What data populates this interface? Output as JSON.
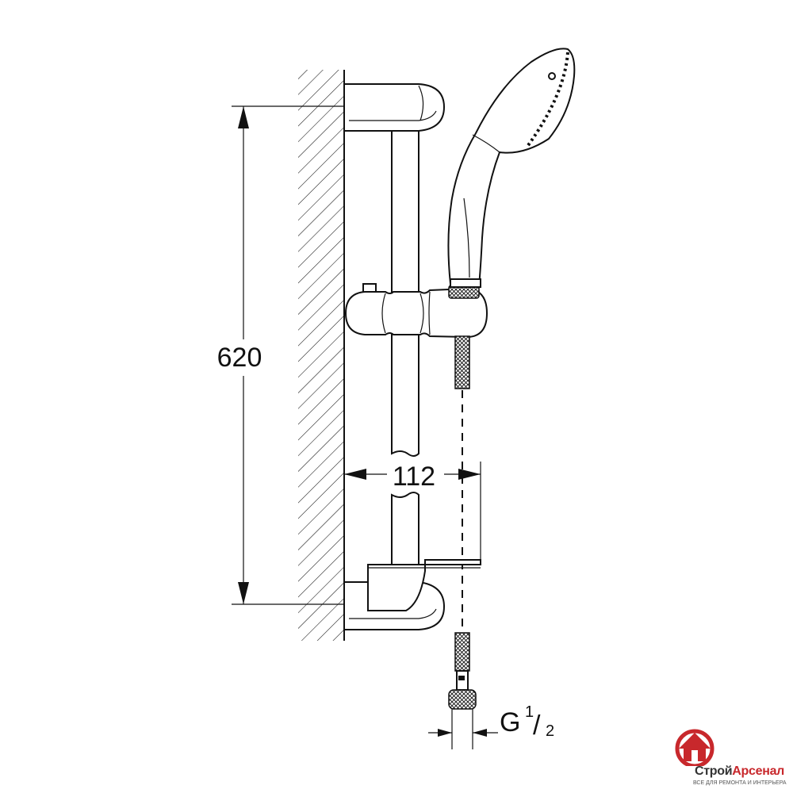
{
  "dimensions": {
    "height_label": "620",
    "width_label": "112",
    "connection_label": "G",
    "connection_fraction_num": "1",
    "connection_fraction_den": "2"
  },
  "logo": {
    "brand_part1": "Строй",
    "brand_part2": "Арсенал",
    "tagline": "ВСЕ ДЛЯ РЕМОНТА И ИНТЕРЬЕРА",
    "accent_color": "#c8282c"
  }
}
